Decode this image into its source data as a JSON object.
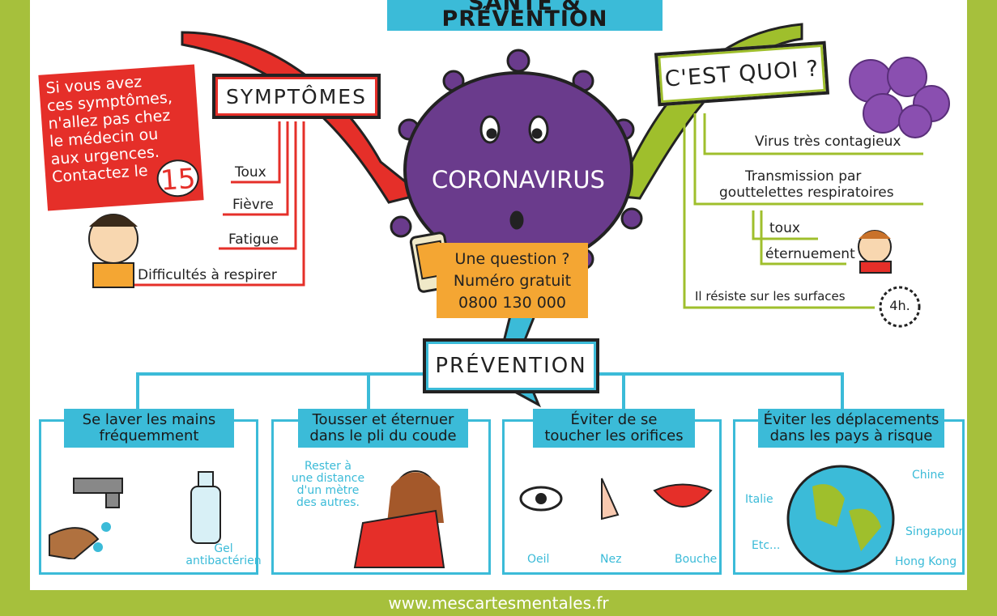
{
  "header": {
    "title": "SANTÉ & PRÉVENTION"
  },
  "center": {
    "label": "CORONAVIRUS"
  },
  "symptoms": {
    "title": "SYMPTÔMES",
    "items": [
      "Toux",
      "Fièvre",
      "Fatigue",
      "Difficultés à respirer"
    ],
    "warning_lines": [
      "Si vous avez",
      "ces symptômes,",
      "n'allez pas chez",
      "le médecin ou",
      "aux urgences.",
      "Contactez le"
    ],
    "emergency_number": "15"
  },
  "what_is": {
    "title": "C'EST QUOI ?",
    "items": {
      "contagious": "Virus très contagieux",
      "transmission_line1": "Transmission par",
      "transmission_line2": "gouttelettes respiratoires",
      "cough": "toux",
      "sneeze": "éternuement",
      "surfaces": "Il résiste sur les surfaces",
      "hours": "4h."
    }
  },
  "hotline": {
    "line1": "Une question ?",
    "line2": "Numéro gratuit",
    "number": "0800 130 000"
  },
  "prevention": {
    "title": "PRÉVENTION",
    "cards": [
      {
        "title_line1": "Se laver les mains",
        "title_line2": "fréquemment",
        "caption_line1": "Gel",
        "caption_line2": "antibactérien"
      },
      {
        "title_line1": "Tousser et éternuer",
        "title_line2": "dans le pli du coude",
        "note_lines": [
          "Rester à",
          "une distance",
          "d'un mètre",
          "des autres."
        ]
      },
      {
        "title_line1": "Éviter de se",
        "title_line2": "toucher les orifices",
        "labels": [
          "Oeil",
          "Nez",
          "Bouche"
        ]
      },
      {
        "title_line1": "Éviter les déplacements",
        "title_line2": "dans les pays à risque",
        "places": [
          "Chine",
          "Italie",
          "Singapour",
          "Etc...",
          "Hong Kong"
        ]
      }
    ]
  },
  "footer": {
    "url": "www.mescartesmentales.fr"
  },
  "colors": {
    "green": "#a6c03c",
    "red": "#e52f29",
    "blue": "#3bbbd8",
    "purple": "#6a3b8c",
    "orange": "#f4a633"
  }
}
